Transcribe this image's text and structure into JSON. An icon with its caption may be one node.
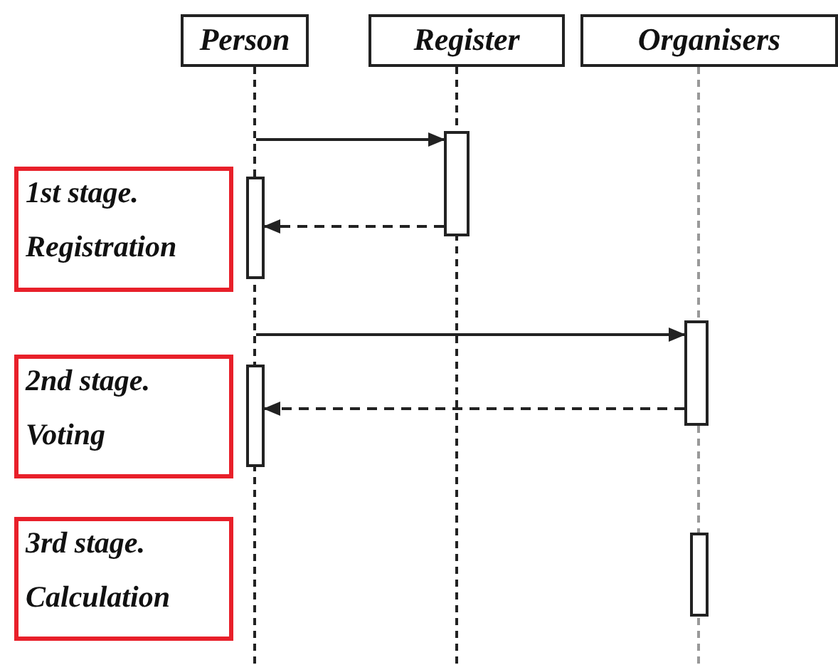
{
  "diagram": {
    "nodes": [
      {
        "text": [
          "Person"
        ]
      },
      {
        "text": [
          "Register"
        ]
      },
      {
        "text": [
          "Organisers"
        ]
      },
      {
        "text": [],
        "shape": "bar"
      },
      {
        "text": [
          "1st stage.",
          "Registration"
        ]
      },
      {
        "text": [],
        "shape": "bar"
      },
      {
        "text": [],
        "shape": "bar"
      },
      {
        "text": [
          "2nd stage.",
          "Voting"
        ]
      },
      {
        "text": [],
        "shape": "bar"
      },
      {
        "text": [
          "3rd stage.",
          "Calculation"
        ]
      },
      {
        "text": [],
        "shape": "bar"
      }
    ],
    "edges": [
      {
        "from": null,
        "to": 3,
        "arrow": "to"
      },
      {
        "from": 3,
        "to": 5,
        "arrow": "to",
        "style": "dashed"
      },
      {
        "from": null,
        "to": 6,
        "arrow": "to"
      },
      {
        "from": 6,
        "to": 8,
        "arrow": "to",
        "style": "dashed"
      }
    ]
  }
}
